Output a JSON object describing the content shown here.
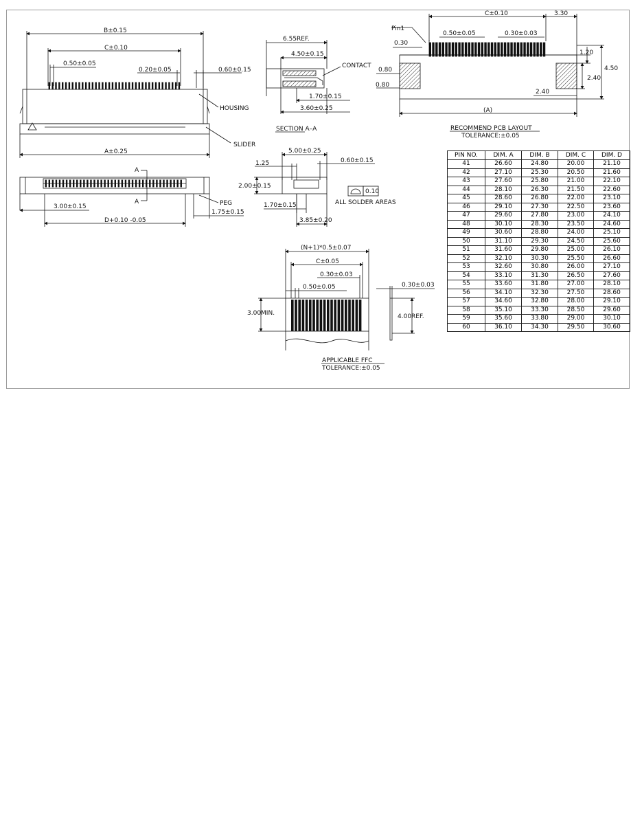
{
  "dims": {
    "b_top": "B±0.15",
    "c_top": "C±0.10",
    "pitch_050": "0.50±0.05",
    "d_020": "0.20±0.05",
    "d_060": "0.60±0.15",
    "housing": "HOUSING",
    "slider": "SLIDER",
    "a_bottom": "A±0.25",
    "section_a1": "A",
    "section_a2": "A",
    "d_300": "3.00±0.15",
    "d_label": "D+0.10 -0.05",
    "d_175": "1.75±0.15",
    "peg": "PEG",
    "ref_655": "6.55REF.",
    "d_450": "4.50±0.15",
    "contact": "CONTACT",
    "d_170a": "1.70±0.15",
    "d_360": "3.60±0.25",
    "section_title": "SECTION A–A",
    "d_500": "5.00±0.25",
    "d_125": "1.25",
    "d_060b": "0.60±0.15",
    "d_200": "2.00±0.15",
    "flatness": "0.10",
    "all_solder": "ALL SOLDER AREAS",
    "d_170b": "1.70±0.15",
    "d_385": "3.85±0.20",
    "ffc_n": "(N+1)*0.5±0.07",
    "ffc_c": "C±0.05",
    "ffc_030": "0.30±0.03",
    "ffc_050": "0.50±0.05",
    "ffc_300min": "3.00MIN.",
    "ffc_030b": "0.30±0.03",
    "ffc_400ref": "4.00REF.",
    "ffc_title": "APPLICABLE FFC",
    "ffc_tol": "TOLERANCE:±0.05",
    "pcb_c": "C±0.10",
    "pcb_330": "3.30",
    "pcb_pin1": "Pin1",
    "pcb_050": "0.50±0.05",
    "pcb_030": "0.30±0.03",
    "pcb_030b": "0.30",
    "pcb_120": "1.20",
    "pcb_450": "4.50",
    "pcb_080a": "0.80",
    "pcb_240v": "2.40",
    "pcb_080b": "0.80",
    "pcb_240h": "2.40",
    "pcb_a": "(A)",
    "pcb_title": "RECOMMEND PCB LAYOUT",
    "pcb_tol": "TOLERANCE:±0.05"
  },
  "table": {
    "headers": [
      "PIN NO.",
      "DIM. A",
      "DIM. B",
      "DIM. C",
      "DIM. D"
    ],
    "rows": [
      [
        "41",
        "26.60",
        "24.80",
        "20.00",
        "21.10"
      ],
      [
        "42",
        "27.10",
        "25.30",
        "20.50",
        "21.60"
      ],
      [
        "43",
        "27.60",
        "25.80",
        "21.00",
        "22.10"
      ],
      [
        "44",
        "28.10",
        "26.30",
        "21.50",
        "22.60"
      ],
      [
        "45",
        "28.60",
        "26.80",
        "22.00",
        "23.10"
      ],
      [
        "46",
        "29.10",
        "27.30",
        "22.50",
        "23.60"
      ],
      [
        "47",
        "29.60",
        "27.80",
        "23.00",
        "24.10"
      ],
      [
        "48",
        "30.10",
        "28.30",
        "23.50",
        "24.60"
      ],
      [
        "49",
        "30.60",
        "28.80",
        "24.00",
        "25.10"
      ],
      [
        "50",
        "31.10",
        "29.30",
        "24.50",
        "25.60"
      ],
      [
        "51",
        "31.60",
        "29.80",
        "25.00",
        "26.10"
      ],
      [
        "52",
        "32.10",
        "30.30",
        "25.50",
        "26.60"
      ],
      [
        "53",
        "32.60",
        "30.80",
        "26.00",
        "27.10"
      ],
      [
        "54",
        "33.10",
        "31.30",
        "26.50",
        "27.60"
      ],
      [
        "55",
        "33.60",
        "31.80",
        "27.00",
        "28.10"
      ],
      [
        "56",
        "34.10",
        "32.30",
        "27.50",
        "28.60"
      ],
      [
        "57",
        "34.60",
        "32.80",
        "28.00",
        "29.10"
      ],
      [
        "58",
        "35.10",
        "33.30",
        "28.50",
        "29.60"
      ],
      [
        "59",
        "35.60",
        "33.80",
        "29.00",
        "30.10"
      ],
      [
        "60",
        "36.10",
        "34.30",
        "29.50",
        "30.60"
      ]
    ]
  }
}
